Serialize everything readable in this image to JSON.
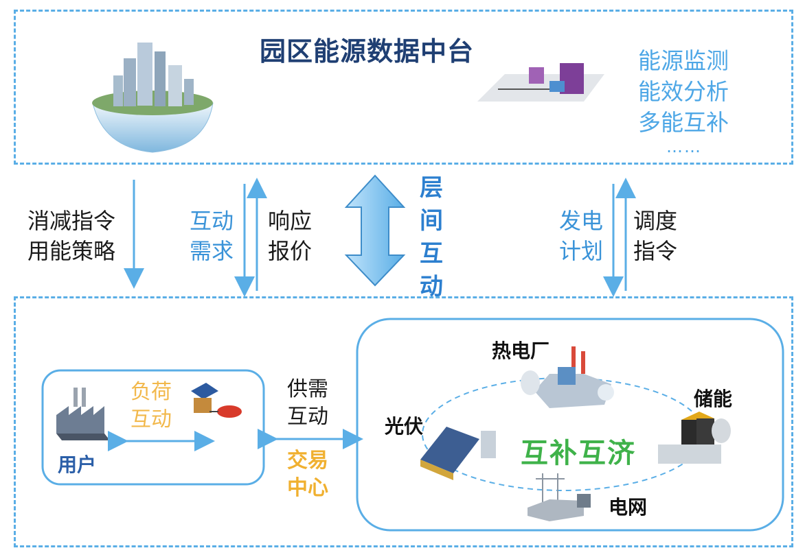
{
  "top_panel": {
    "title": "园区能源数据中台",
    "functions": [
      "能源监测",
      "能效分析",
      "多能互补"
    ],
    "ellipsis": "……"
  },
  "flows": {
    "left_down": [
      "消减指令",
      "用能策略"
    ],
    "mid_down": [
      "互动",
      "需求"
    ],
    "mid_up": [
      "响应",
      "报价"
    ],
    "layer_interaction": [
      "层",
      "间",
      "互",
      "动"
    ],
    "right_down": [
      "发电",
      "计划"
    ],
    "right_up": [
      "调度",
      "指令"
    ]
  },
  "bottom_panel": {
    "load_interaction": [
      "负荷",
      "互动"
    ],
    "user_label": "用户",
    "supply_demand": [
      "供需",
      "互动"
    ],
    "trading_center": [
      "交易",
      "中心"
    ],
    "nodes": {
      "thermal_plant": "热电厂",
      "storage": "储能",
      "pv": "光伏",
      "grid": "电网"
    },
    "center_label": "互补互济"
  },
  "colors": {
    "dash_border": "#5aaee6",
    "title": "#1f3f73",
    "light_blue_text": "#4ea7e6",
    "orange": "#f2b84b",
    "green": "#3fb24a"
  }
}
